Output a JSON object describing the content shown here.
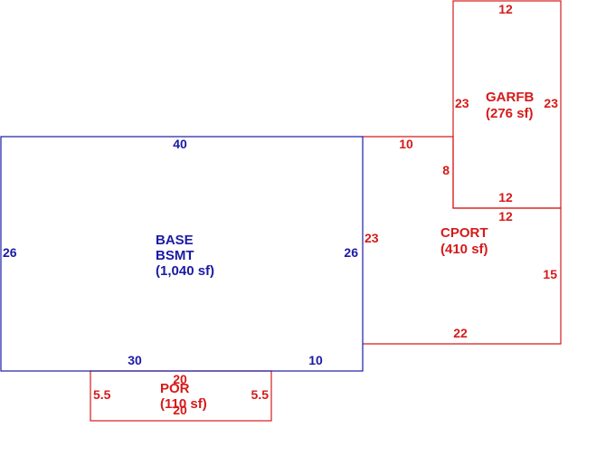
{
  "colors": {
    "base": "#1a1aa6",
    "addition": "#d61a1a",
    "background": "#ffffff"
  },
  "areas": {
    "base": {
      "name_1": "BASE",
      "name_2": "BSMT",
      "size": "(1,040 sf)",
      "dims": {
        "top": "40",
        "left": "26",
        "right": "26",
        "bottom_left": "30",
        "bottom_right": "10"
      }
    },
    "garfb": {
      "name": "GARFB",
      "size": "(276 sf)",
      "dims": {
        "top": "12",
        "left": "23",
        "right": "23",
        "bottom": "12"
      }
    },
    "cport": {
      "name": "CPORT",
      "size": "(410 sf)",
      "dims": {
        "top_left": "10",
        "inner_step": "8",
        "top_right": "12",
        "left": "23",
        "right": "15",
        "bottom": "22"
      }
    },
    "por": {
      "name": "POR",
      "size": "(110 sf)",
      "dims": {
        "top": "20",
        "left": "5.5",
        "right": "5.5",
        "bottom": "20"
      }
    }
  }
}
